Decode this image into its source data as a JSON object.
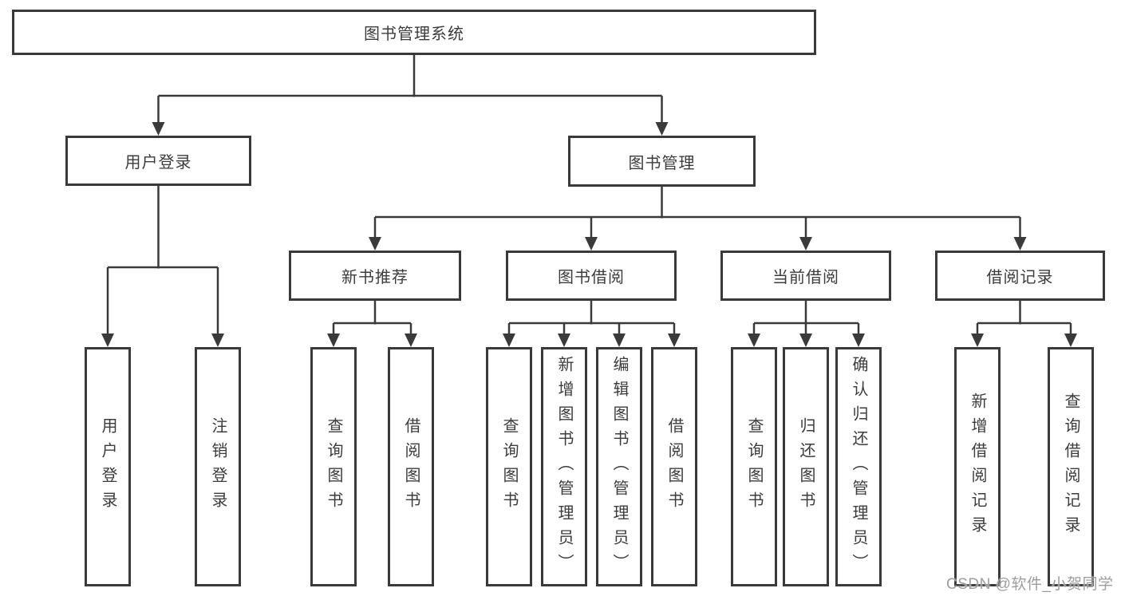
{
  "tree": {
    "label": "图书管理系统",
    "children": [
      {
        "label": "用户登录",
        "children": [
          {
            "label": "用户登录"
          },
          {
            "label": "注销登录"
          }
        ]
      },
      {
        "label": "图书管理",
        "children": [
          {
            "label": "新书推荐",
            "children": [
              {
                "label": "查询图书"
              },
              {
                "label": "借阅图书"
              }
            ]
          },
          {
            "label": "图书借阅",
            "children": [
              {
                "label": "查询图书"
              },
              {
                "label": "新增图书（管理员）"
              },
              {
                "label": "编辑图书（管理员）"
              },
              {
                "label": "借阅图书"
              }
            ]
          },
          {
            "label": "当前借阅",
            "children": [
              {
                "label": "查询图书"
              },
              {
                "label": "归还图书"
              },
              {
                "label": "确认归还（管理员）"
              }
            ]
          },
          {
            "label": "借阅记录",
            "children": [
              {
                "label": "新增借阅记录"
              },
              {
                "label": "查询借阅记录"
              }
            ]
          }
        ]
      }
    ]
  },
  "watermark": "CSDN @软件_小贺同学",
  "colors": {
    "line": "#3a3a3a",
    "text": "#3c3c3c",
    "watermark": "#9e9e9e",
    "background": "#ffffff"
  }
}
